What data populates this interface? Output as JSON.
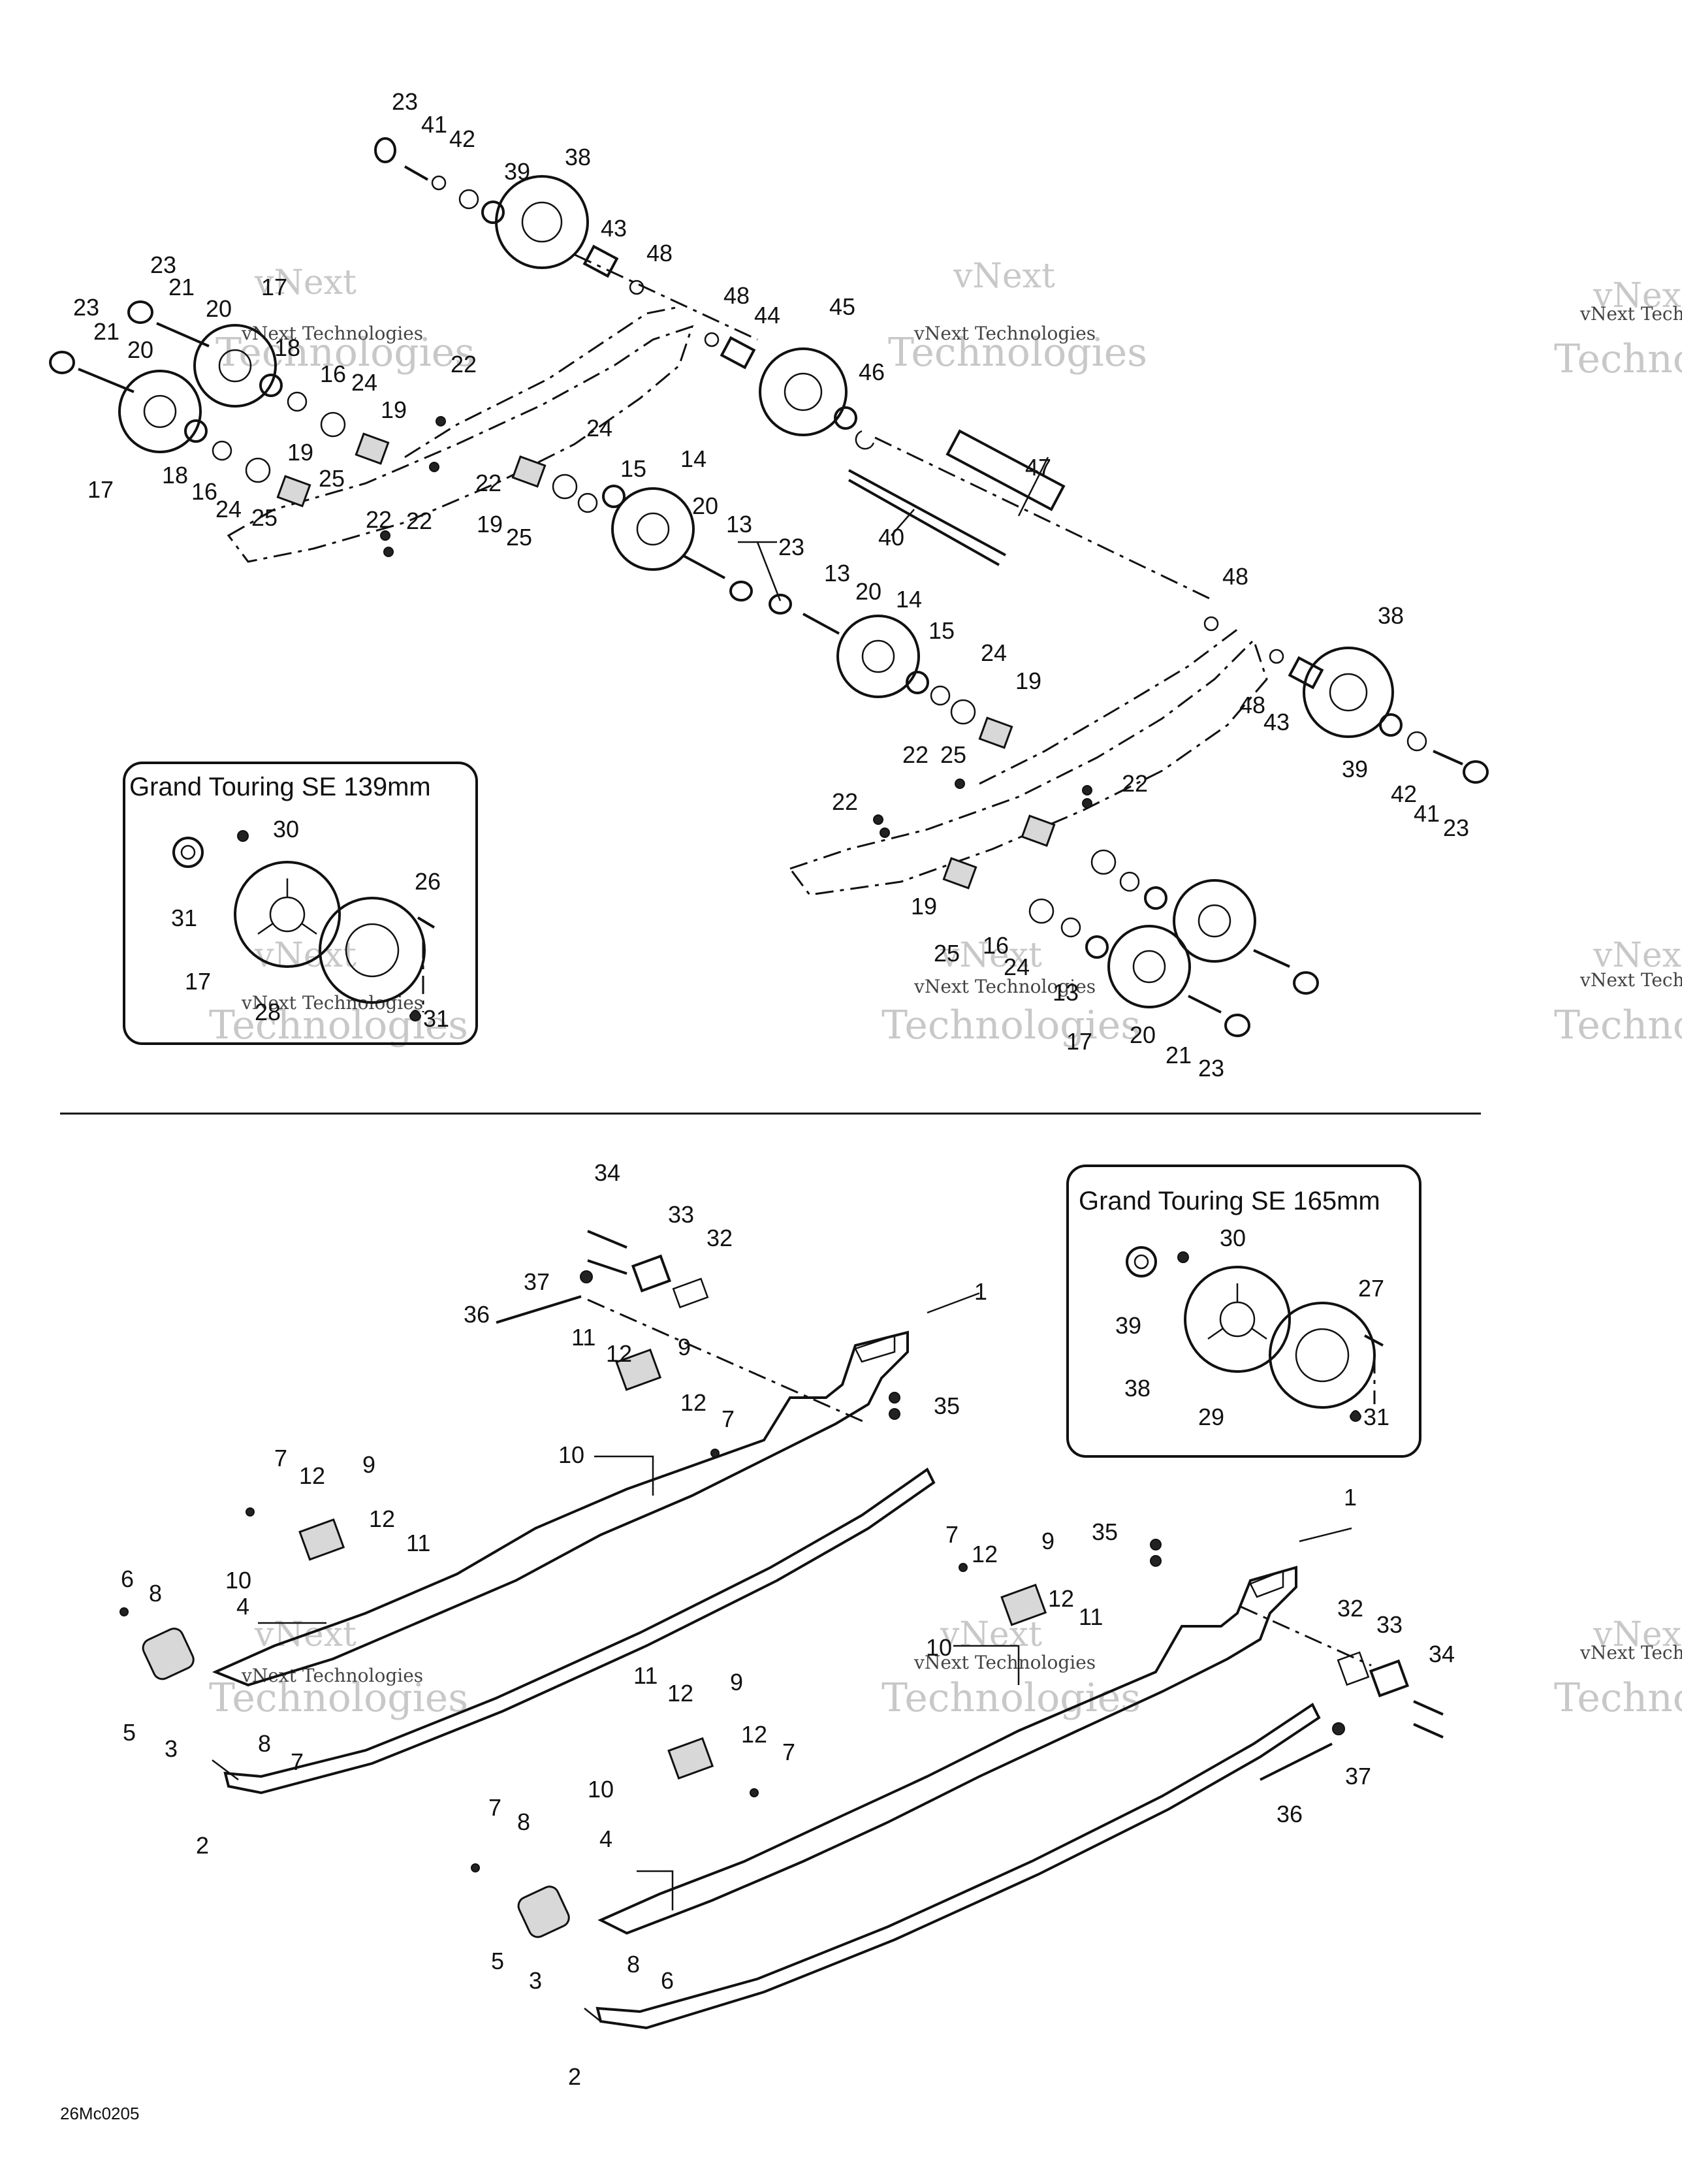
{
  "watermark": {
    "brand": "vNext",
    "brand_long": "Technologies",
    "brand_line": "vNext Technologies"
  },
  "insets": {
    "top": {
      "title": "Grand Touring SE 139mm"
    },
    "bottom": {
      "title": "Grand Touring SE 165mm"
    }
  },
  "diagram_code": "26Mc0205",
  "callouts": {
    "top": [
      "23",
      "41",
      "42",
      "39",
      "38",
      "43",
      "48",
      "48",
      "44",
      "45",
      "46",
      "47",
      "40",
      "23",
      "21",
      "17",
      "20",
      "18",
      "16",
      "24",
      "19",
      "22",
      "22",
      "22",
      "24",
      "15",
      "14",
      "20",
      "13",
      "23",
      "23",
      "21",
      "20",
      "17",
      "18",
      "16",
      "24",
      "25",
      "19",
      "25",
      "19",
      "25",
      "22",
      "13",
      "20",
      "14",
      "15",
      "24",
      "19",
      "22",
      "25",
      "22",
      "22",
      "19",
      "25",
      "16",
      "24",
      "13",
      "17",
      "20",
      "21",
      "23",
      "48",
      "38",
      "48",
      "43",
      "39",
      "42",
      "41",
      "23"
    ],
    "inset_top": [
      "30",
      "26",
      "31",
      "17",
      "28",
      "31"
    ],
    "bottom": [
      "34",
      "33",
      "32",
      "1",
      "37",
      "36",
      "11",
      "12",
      "9",
      "12",
      "7",
      "35",
      "10",
      "7",
      "12",
      "9",
      "12",
      "11",
      "10",
      "4",
      "6",
      "8",
      "5",
      "3",
      "8",
      "7",
      "2",
      "7",
      "12",
      "9",
      "35",
      "1",
      "12",
      "11",
      "10",
      "32",
      "33",
      "34",
      "11",
      "12",
      "9",
      "12",
      "7",
      "10",
      "37",
      "36",
      "7",
      "8",
      "4",
      "5",
      "3",
      "8",
      "6",
      "2"
    ],
    "inset_bottom": [
      "30",
      "27",
      "39",
      "38",
      "29",
      "31"
    ]
  }
}
